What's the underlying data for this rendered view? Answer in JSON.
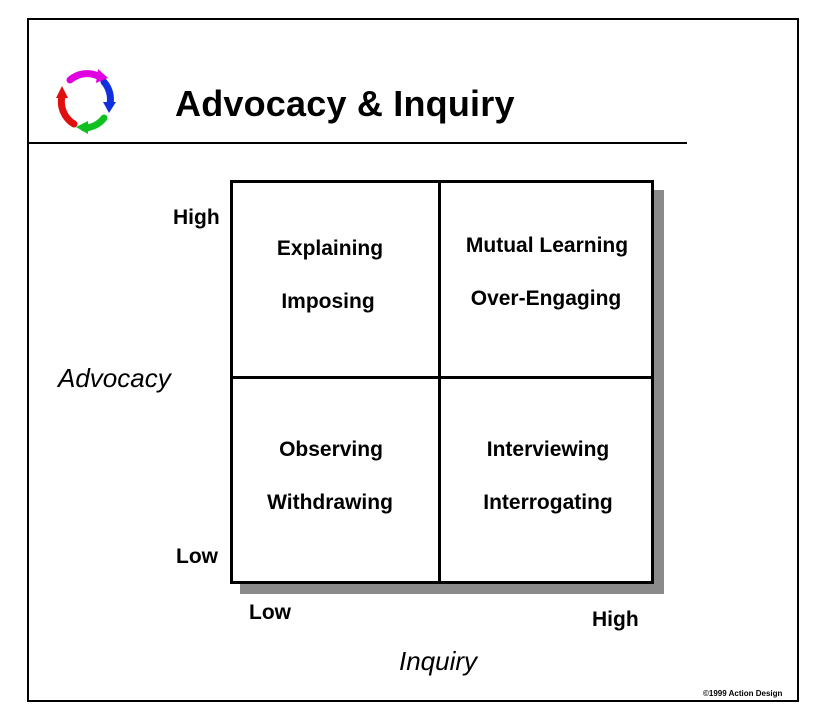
{
  "title": "Advocacy & Inquiry",
  "quadrants": {
    "top_left": [
      "Explaining",
      "Imposing"
    ],
    "top_right": [
      "Mutual Learning",
      "Over-Engaging"
    ],
    "bottom_left": [
      "Observing",
      "Withdrawing"
    ],
    "bottom_right": [
      "Interviewing",
      "Interrogating"
    ]
  },
  "y_axis": {
    "title": "Advocacy",
    "high": "High",
    "low": "Low"
  },
  "x_axis": {
    "title": "Inquiry",
    "low": "Low",
    "high": "High"
  },
  "copyright": "©1999 Action Design",
  "colors": {
    "logo_magenta": "#e000e0",
    "logo_blue": "#1030e0",
    "logo_green": "#10c020",
    "logo_red": "#e01010"
  },
  "icons": {
    "logo": "cycle-arrows-icon"
  }
}
